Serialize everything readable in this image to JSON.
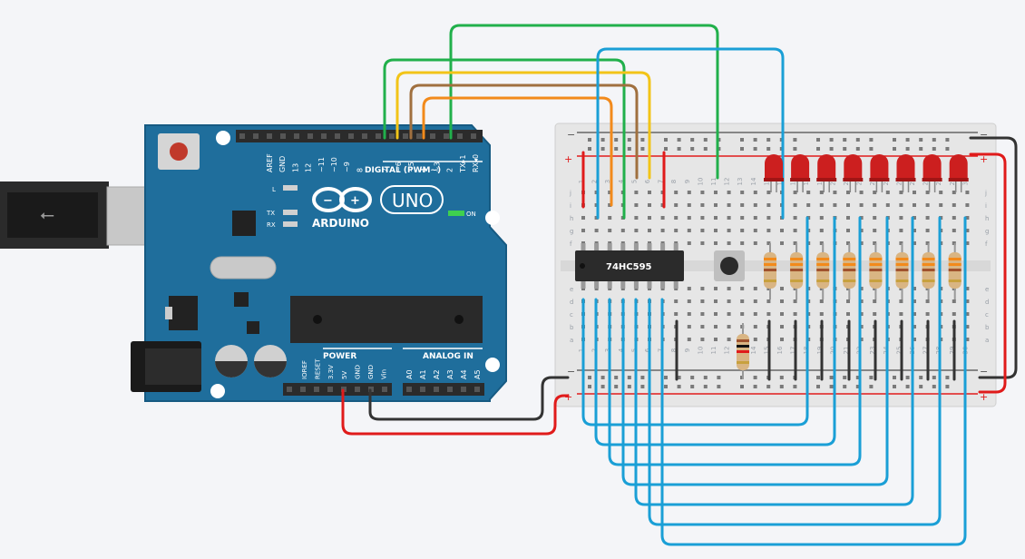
{
  "arduino": {
    "model_logo": "UNO",
    "brand": "ARDUINO",
    "digital_label": "DIGITAL (PWM~)",
    "led_l": "L",
    "led_tx": "TX",
    "led_rx": "RX",
    "on_label": "ON",
    "power_label": "POWER",
    "analog_label": "ANALOG IN",
    "digital_pins": [
      "AREF",
      "GND",
      "13",
      "12",
      "~11",
      "~10",
      "~9",
      "8",
      "7",
      "~6",
      "~5",
      "4",
      "~3",
      "2",
      "TX▸1",
      "RX◂0"
    ],
    "power_pins": [
      "IOREF",
      "RESET",
      "3.3V",
      "5V",
      "GND",
      "GND",
      "Vin"
    ],
    "analog_pins": [
      "A0",
      "A1",
      "A2",
      "A3",
      "A4",
      "A5"
    ],
    "colors": {
      "board": "#1f6e9c",
      "board_edge": "#165a82",
      "label": "#ffffff"
    }
  },
  "breadboard": {
    "row_letters_top": [
      "j",
      "i",
      "h",
      "g",
      "f"
    ],
    "row_letters_bottom": [
      "e",
      "d",
      "c",
      "b",
      "a"
    ],
    "col_numbers": [
      "1",
      "2",
      "3",
      "4",
      "5",
      "6",
      "7",
      "8",
      "9",
      "10",
      "11",
      "12",
      "13",
      "14",
      "15",
      "16",
      "17",
      "18",
      "19",
      "20",
      "21",
      "22",
      "23",
      "24",
      "25",
      "26",
      "27",
      "28",
      "29",
      "30"
    ],
    "rail_minus": "−",
    "rail_plus": "+"
  },
  "shift_register": {
    "label": "74HC595"
  },
  "leds": {
    "count": 8,
    "color": "#cc1f1f"
  },
  "wires": {
    "colors": {
      "green": "#21b04b",
      "yellow": "#f2c418",
      "brown": "#a0703f",
      "orange": "#f28a1b",
      "blue": "#1a9fd6",
      "red": "#e01b1b",
      "black": "#333333"
    }
  }
}
